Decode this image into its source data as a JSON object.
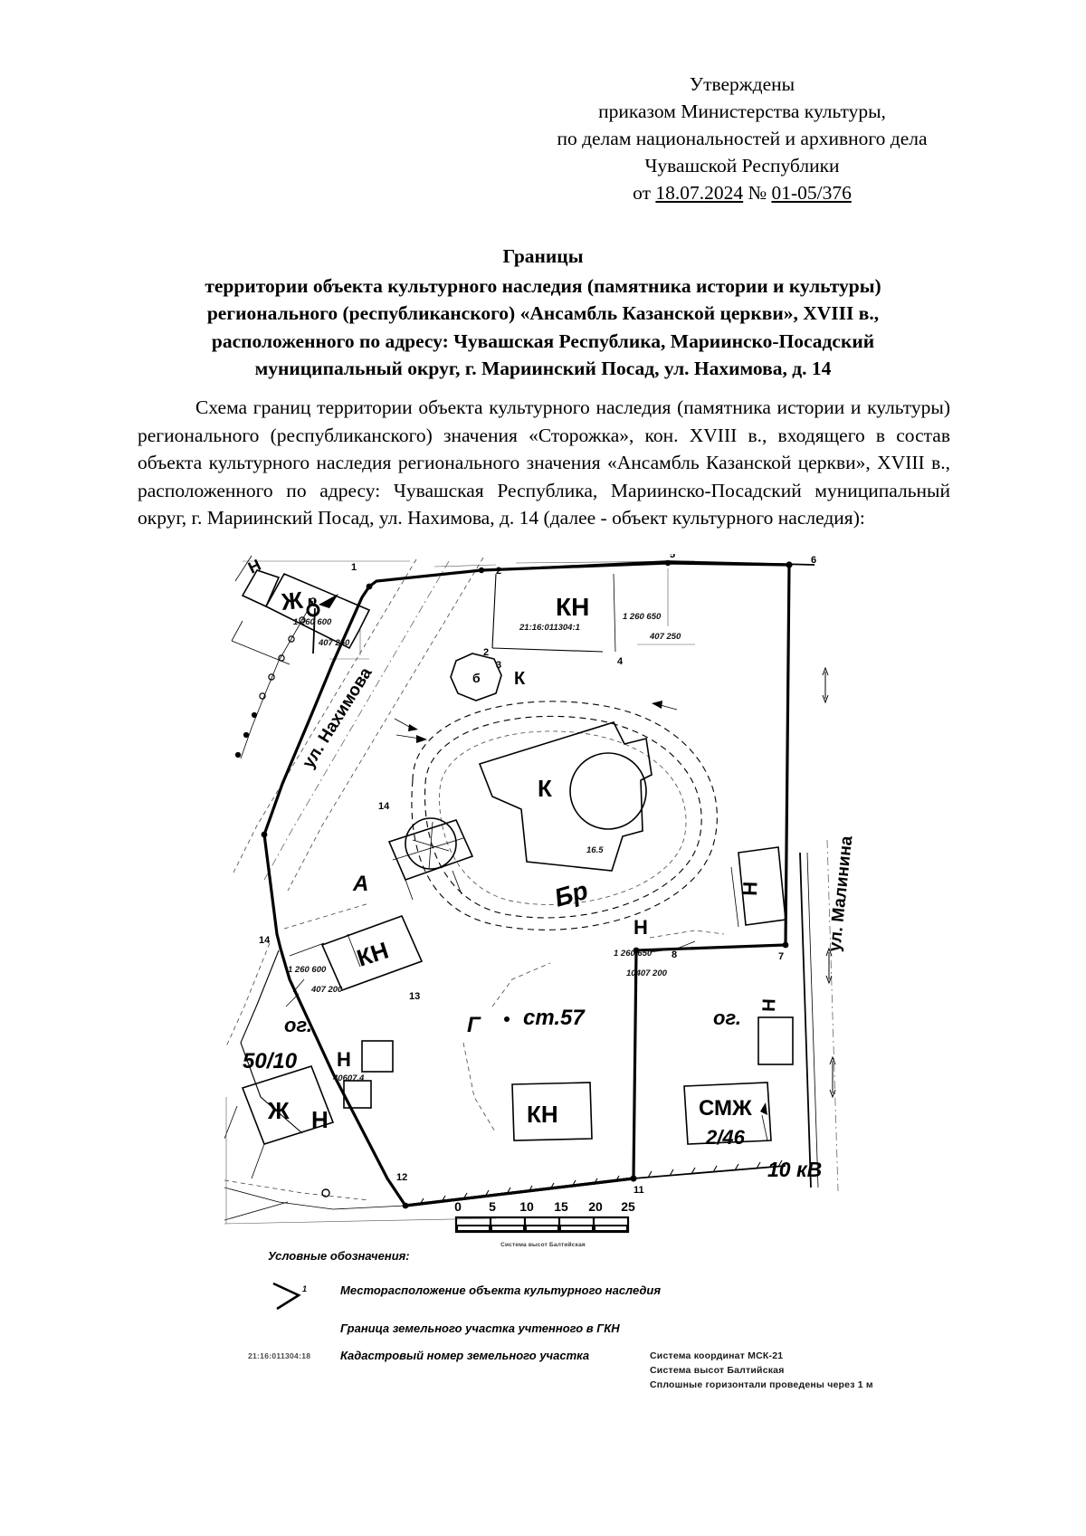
{
  "document": {
    "approval": {
      "lines": [
        "Утверждены",
        "приказом Министерства культуры,",
        "по делам национальностей и архивного дела",
        "Чувашской Республики"
      ],
      "order_prefix": "от ",
      "order_date": "18.07.2024",
      "order_sep": " № ",
      "order_number": "01-05/376"
    },
    "title": {
      "heading": "Границы",
      "lines": [
        "территории объекта культурного наследия (памятника истории и культуры)",
        "регионального (республиканского) «Ансамбль Казанской церкви», XVIII в.,",
        "расположенного по адресу: Чувашская Республика, Мариинско-Посадский",
        "муниципальный округ, г. Мариинский Посад, ул. Нахимова, д. 14"
      ]
    },
    "body_paragraph": "Схема границ территории объекта культурного наследия (памятника истории и культуры) регионального (республиканского) значения «Сторожка», кон. XVIII в., входящего в состав объекта культурного наследия регионального значения «Ансамбль Казанской церкви», XVIII в., расположенного по адресу: Чувашская Республика, Мариинско-Посадский муниципальный округ, г. Мариинский Посад, ул. Нахимова, д. 14 (далее - объект культурного наследия):"
  },
  "map": {
    "streets": [
      {
        "name": "ул. Нахимова"
      },
      {
        "name": "ул. Малинина"
      }
    ],
    "coordinate_labels": [
      {
        "x": "1 260 600",
        "y": "407 250"
      },
      {
        "x": "1 260 650",
        "y": "407 250"
      },
      {
        "x": "1 260 600",
        "y": "407 200"
      },
      {
        "x": "1 260 650",
        "y": "407 200"
      }
    ],
    "boundary_vertices": [
      "1",
      "2",
      "3",
      "4",
      "5",
      "6",
      "7",
      "8",
      "11",
      "12",
      "13",
      "14"
    ],
    "building_labels": [
      "Ж",
      "Н",
      "КН",
      "К",
      "б",
      "Бр",
      "А",
      "Г",
      "ог.",
      "СМЖ",
      "ст.57"
    ],
    "plot_numbers": [
      "14",
      "13",
      "50/10",
      "2/46"
    ],
    "annotations": [
      "10 кВ",
      "N",
      "16.5"
    ],
    "cadastral_sample": "21:16:011304:18"
  },
  "scalebar": {
    "ticks": [
      "0",
      "5",
      "10",
      "15",
      "20",
      "25"
    ],
    "caption": "Система высот Балтийская"
  },
  "legend": {
    "title": "Условные обозначения:",
    "items": [
      {
        "symbol": "vertex-marker",
        "marker_number": "1",
        "text": "Месторасположение объекта культурного наследия"
      },
      {
        "symbol": "parcel-boundary-line",
        "marker_number": "",
        "text": "Граница земельного участка учтенного в ГКН"
      },
      {
        "symbol": "cadastral-number",
        "marker_number": "21:16:011304:18",
        "text": "Кадастровый номер земельного участка"
      }
    ]
  },
  "coordinate_notes": [
    "Система координат МСК-21",
    "Система высот Балтийская",
    "Сплошные горизонтали проведены через 1 м"
  ]
}
